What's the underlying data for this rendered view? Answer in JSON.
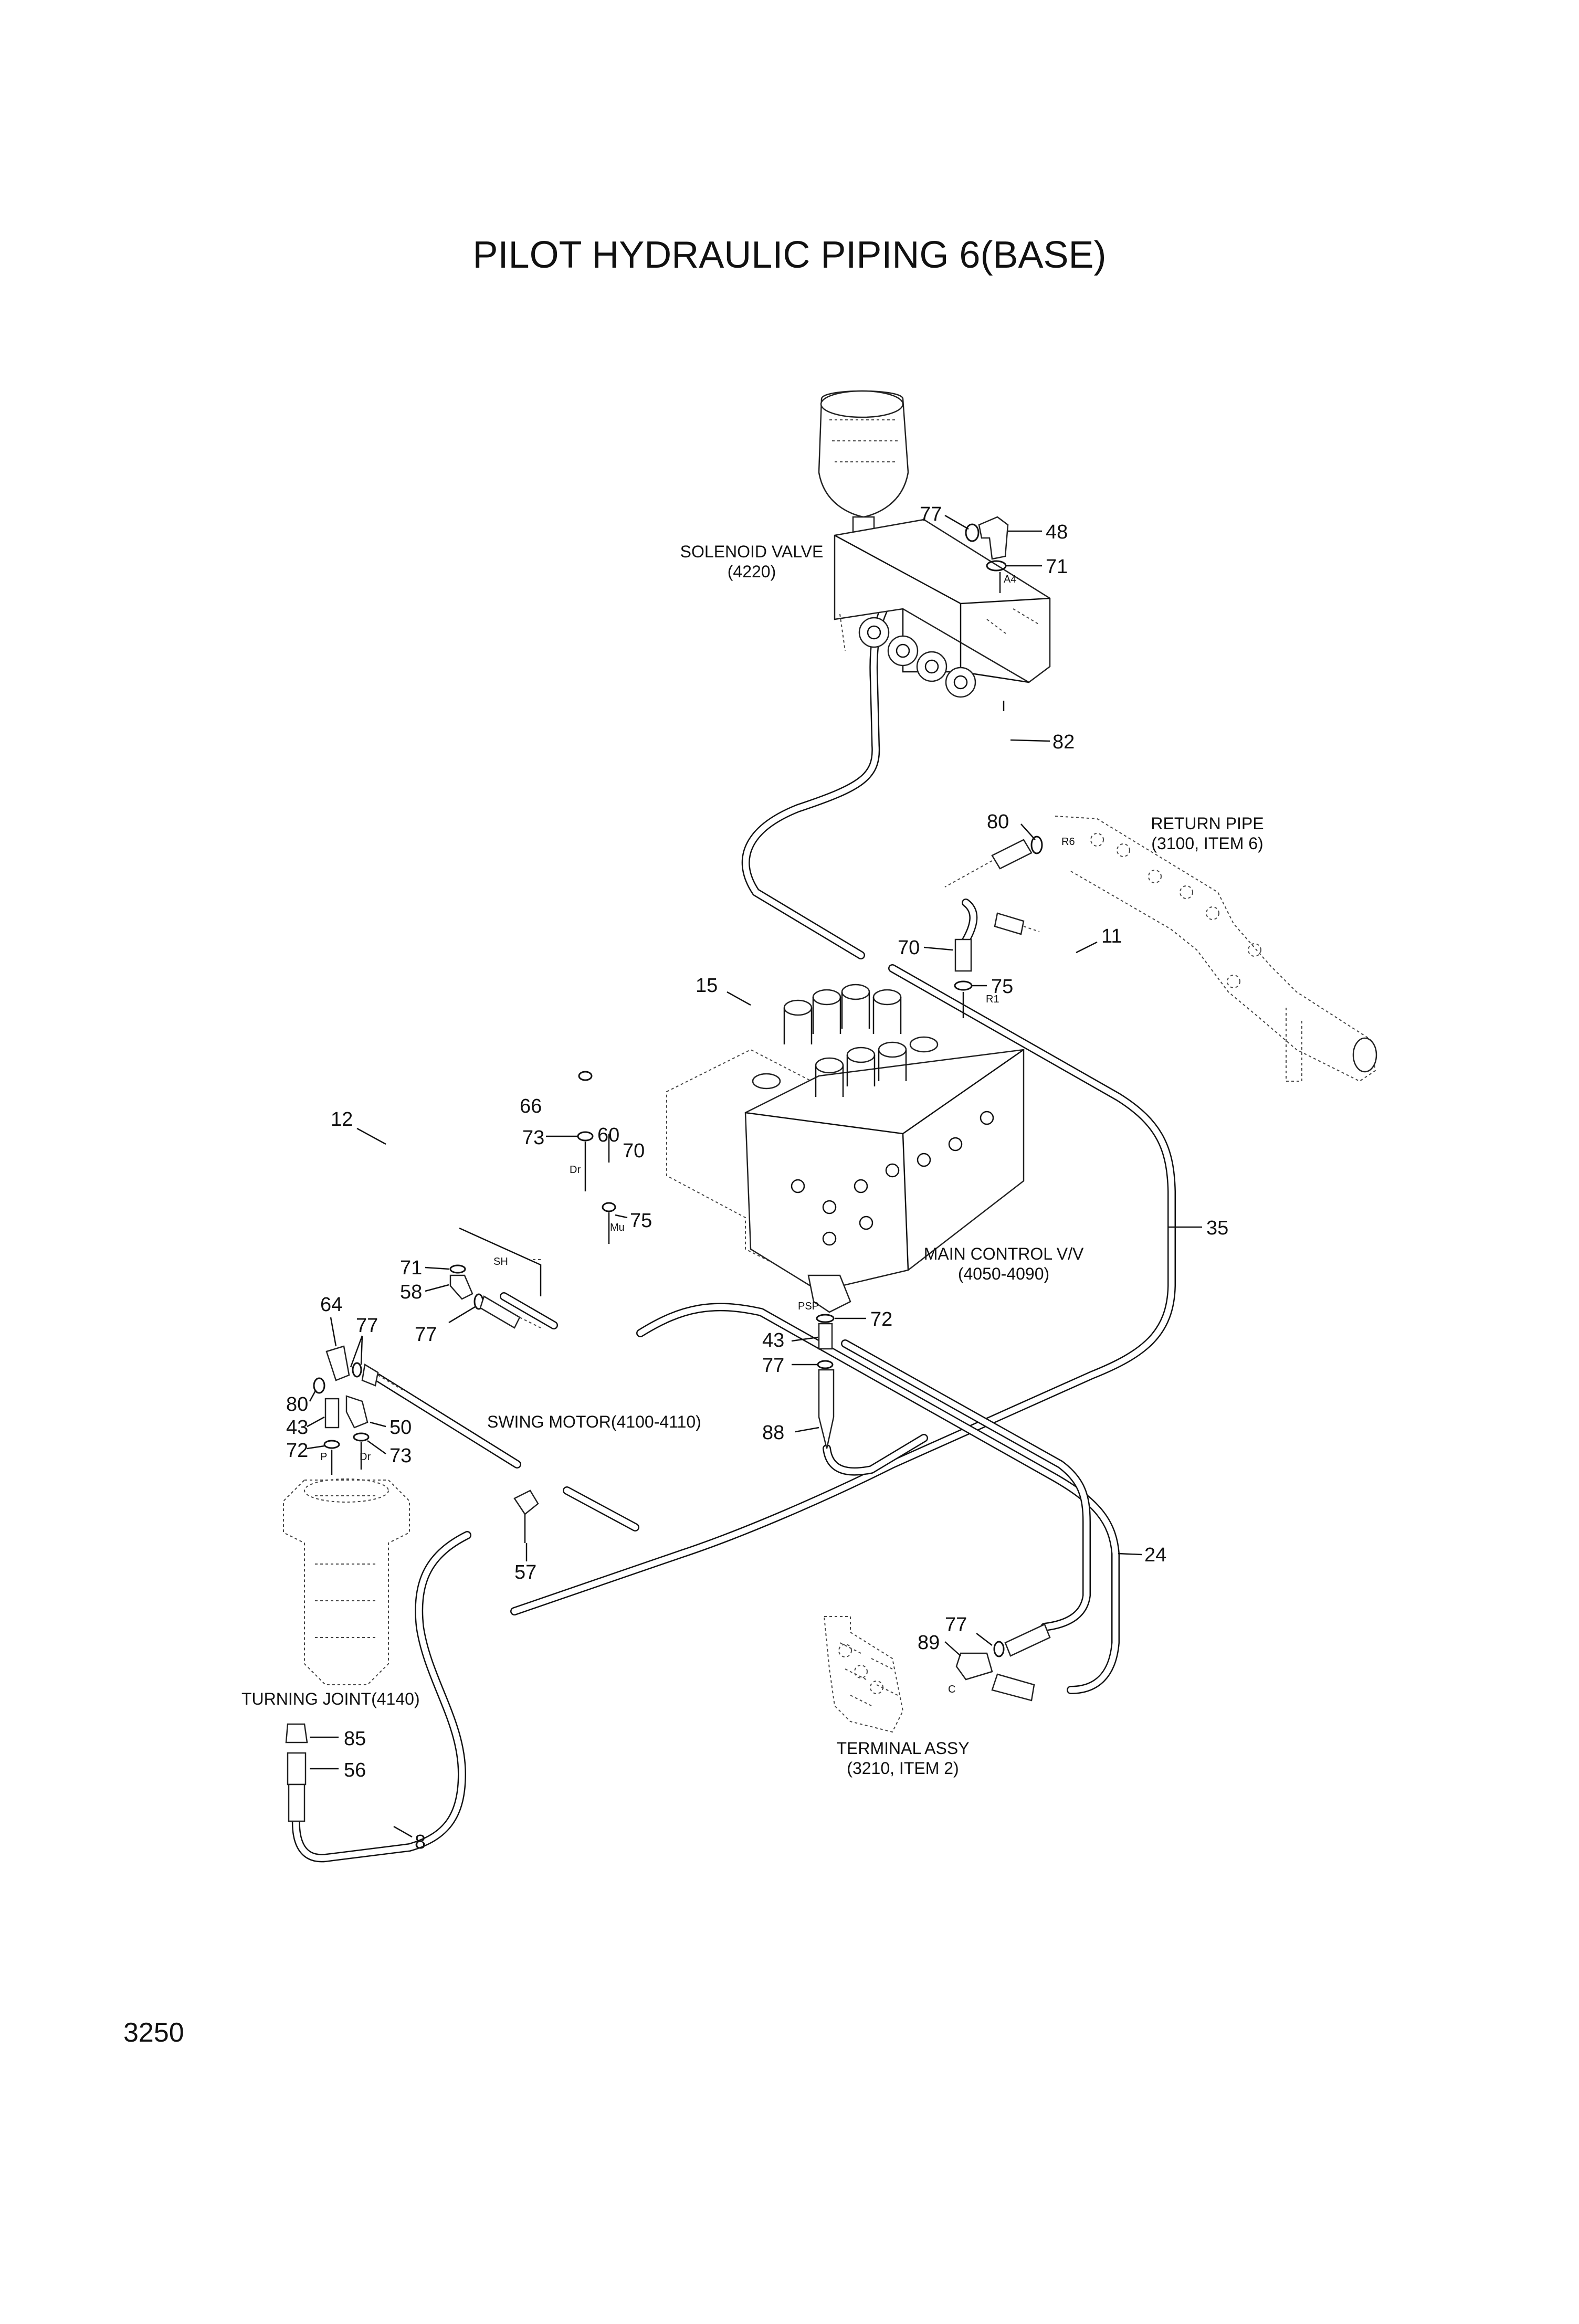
{
  "title": "PILOT HYDRAULIC PIPING 6(BASE)",
  "page_number": "3250",
  "components": {
    "solenoid_valve": {
      "name": "SOLENOID VALVE",
      "ref": "(4220)"
    },
    "return_pipe": {
      "name": "RETURN PIPE",
      "ref": "(3100, ITEM 6)"
    },
    "main_control_valve": {
      "name": "MAIN CONTROL V/V",
      "ref": "(4050-4090)"
    },
    "swing_motor": {
      "name": "SWING MOTOR(4100-4110)"
    },
    "turning_joint": {
      "name": "TURNING JOINT(4140)"
    },
    "terminal_assy": {
      "name": "TERMINAL ASSY",
      "ref": "(3210, ITEM 2)"
    }
  },
  "port_labels": {
    "a4": "A4",
    "r6": "R6",
    "r1": "R1",
    "dr1": "Dr",
    "mu": "Mu",
    "sh": "SH",
    "psp": "PSP",
    "p": "P",
    "dr2": "Dr",
    "c": "C"
  },
  "callouts": {
    "c77a": "77",
    "c48": "48",
    "c71a": "71",
    "c82": "82",
    "c80a": "80",
    "c11": "11",
    "c70a": "70",
    "c75a": "75",
    "c15": "15",
    "c66": "66",
    "c73a": "73",
    "c60": "60",
    "c70b": "70",
    "c75b": "75",
    "c12": "12",
    "c35": "35",
    "c71b": "71",
    "c58": "58",
    "c77b": "77",
    "c64": "64",
    "c77c": "77",
    "c80b": "80",
    "c43a": "43",
    "c50": "50",
    "c72a": "72",
    "c73b": "73",
    "c72b": "72",
    "c43b": "43",
    "c77d": "77",
    "c88": "88",
    "c57": "57",
    "c24": "24",
    "c77e": "77",
    "c89": "89",
    "c85": "85",
    "c56": "56",
    "c8": "8"
  }
}
